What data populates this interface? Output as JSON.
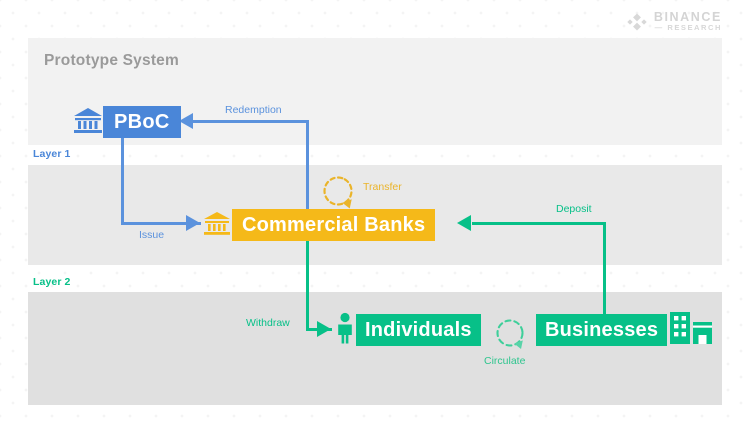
{
  "brand": {
    "name": "BINANCE",
    "sub": "— RESEARCH",
    "logo_icon": "binance-diamond-icon"
  },
  "diagram": {
    "title": "Prototype System",
    "type": "flow-diagram",
    "layers": [
      {
        "id": "layer1",
        "label": "Layer 1",
        "color": "#4a86d8"
      },
      {
        "id": "layer2",
        "label": "Layer 2",
        "color": "#07c088"
      }
    ],
    "nodes": [
      {
        "id": "pboc",
        "label": "PBoC",
        "color": "#4a86d8",
        "icon": "bank-icon",
        "layer": "layer1"
      },
      {
        "id": "banks",
        "label": "Commercial Banks",
        "color": "#f5b919",
        "icon": "bank-icon",
        "layer": "layer1-2"
      },
      {
        "id": "individuals",
        "label": "Individuals",
        "color": "#07c088",
        "icon": "person-icon",
        "layer": "layer2"
      },
      {
        "id": "businesses",
        "label": "Businesses",
        "color": "#07c088",
        "icon": "buildings-icon",
        "layer": "layer2"
      }
    ],
    "edges": [
      {
        "id": "issue",
        "label": "Issue",
        "from": "pboc",
        "to": "banks",
        "color": "#4a86d8"
      },
      {
        "id": "redemption",
        "label": "Redemption",
        "from": "banks",
        "to": "pboc",
        "color": "#4a86d8"
      },
      {
        "id": "withdraw",
        "label": "Withdraw",
        "from": "banks",
        "to": "individuals",
        "color": "#07c088"
      },
      {
        "id": "deposit",
        "label": "Deposit",
        "from": "businesses",
        "to": "banks",
        "color": "#07c088"
      },
      {
        "id": "transfer",
        "label": "Transfer",
        "from": "banks",
        "to": "banks",
        "color": "#eab42a",
        "shape": "loop"
      },
      {
        "id": "circulate",
        "label": "Circulate",
        "from": "individuals",
        "to": "businesses",
        "color": "#07c088",
        "shape": "loop"
      }
    ],
    "bands": [
      "#f2f2f2",
      "#e9e9e9",
      "#e0e0e0"
    ]
  }
}
